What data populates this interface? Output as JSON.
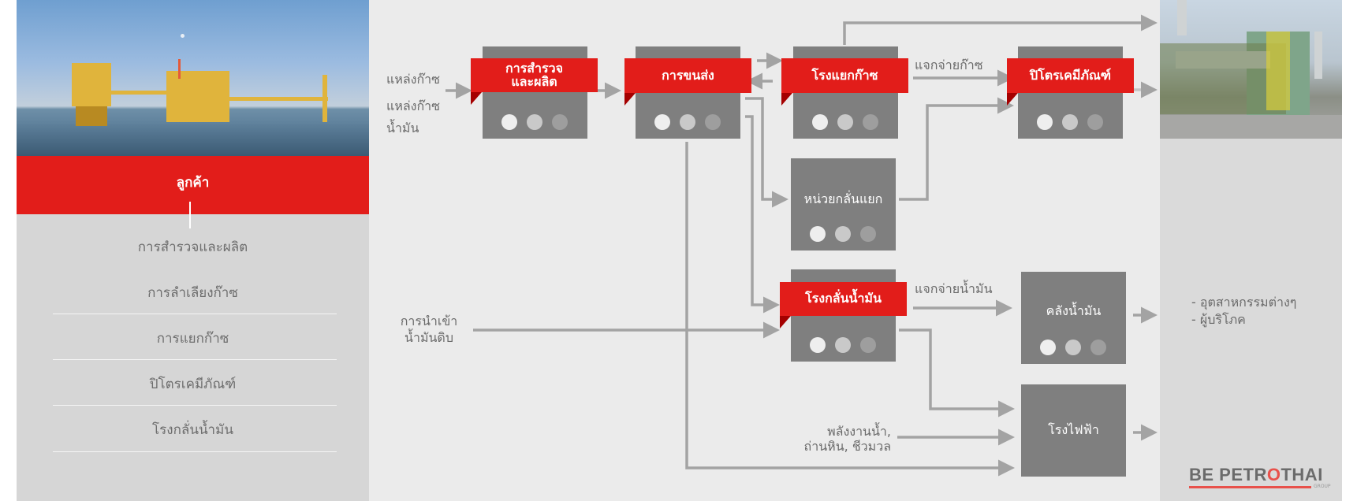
{
  "left_panel": {
    "photo": "offshore-platform-photo",
    "customer_header": "ลูกค้า",
    "items": [
      "การสำรวจและผลิต",
      "การลำเลียงก๊าซ",
      "การแยกก๊าซ",
      "ปิโตรเคมีภัณฑ์",
      "โรงกลั่นน้ำมัน"
    ]
  },
  "diagram": {
    "inputs": {
      "gas_source": "แหล่งก๊าซ",
      "gas_oil_source_line1": "แหล่งก๊าซ",
      "gas_oil_source_line2": "น้ำมัน",
      "crude_import_line1": "การนำเข้า",
      "crude_import_line2": "น้ำมันดิบ",
      "other_energy_line1": "พลังงานน้ำ,",
      "other_energy_line2": "ถ่านหิน, ชีวมวล"
    },
    "nodes": {
      "exploration": {
        "line1": "การสำรวจ",
        "line2": "และผลิต"
      },
      "transport": "การขนส่ง",
      "gas_separation": "โรงแยกก๊าซ",
      "petrochemical": "ปิโตรเคมีภัณฑ์",
      "fractionation": "หน่วยกลั่นแยก",
      "refinery": "โรงกลั่นน้ำมัน",
      "oil_depot": "คลังน้ำมัน",
      "power_plant": "โรงไฟฟ้า"
    },
    "edge_labels": {
      "gas_distribution": "แจกจ่ายก๊าซ",
      "oil_distribution": "แจกจ่ายน้ำมัน"
    }
  },
  "right_panel": {
    "photo": "industrial-plant-photo",
    "consumers": [
      "- อุตสาหกรรมต่างๆ",
      "- ผู้บริโภค"
    ],
    "brand": {
      "part1": "BE PETR",
      "o": "O",
      "part2": "THAI",
      "group": "GROUP"
    }
  },
  "colors": {
    "accent_red": "#e21d1a",
    "fold_red": "#a50000",
    "node_gray": "#7f7f7f",
    "line_gray": "#a3a3a3"
  }
}
